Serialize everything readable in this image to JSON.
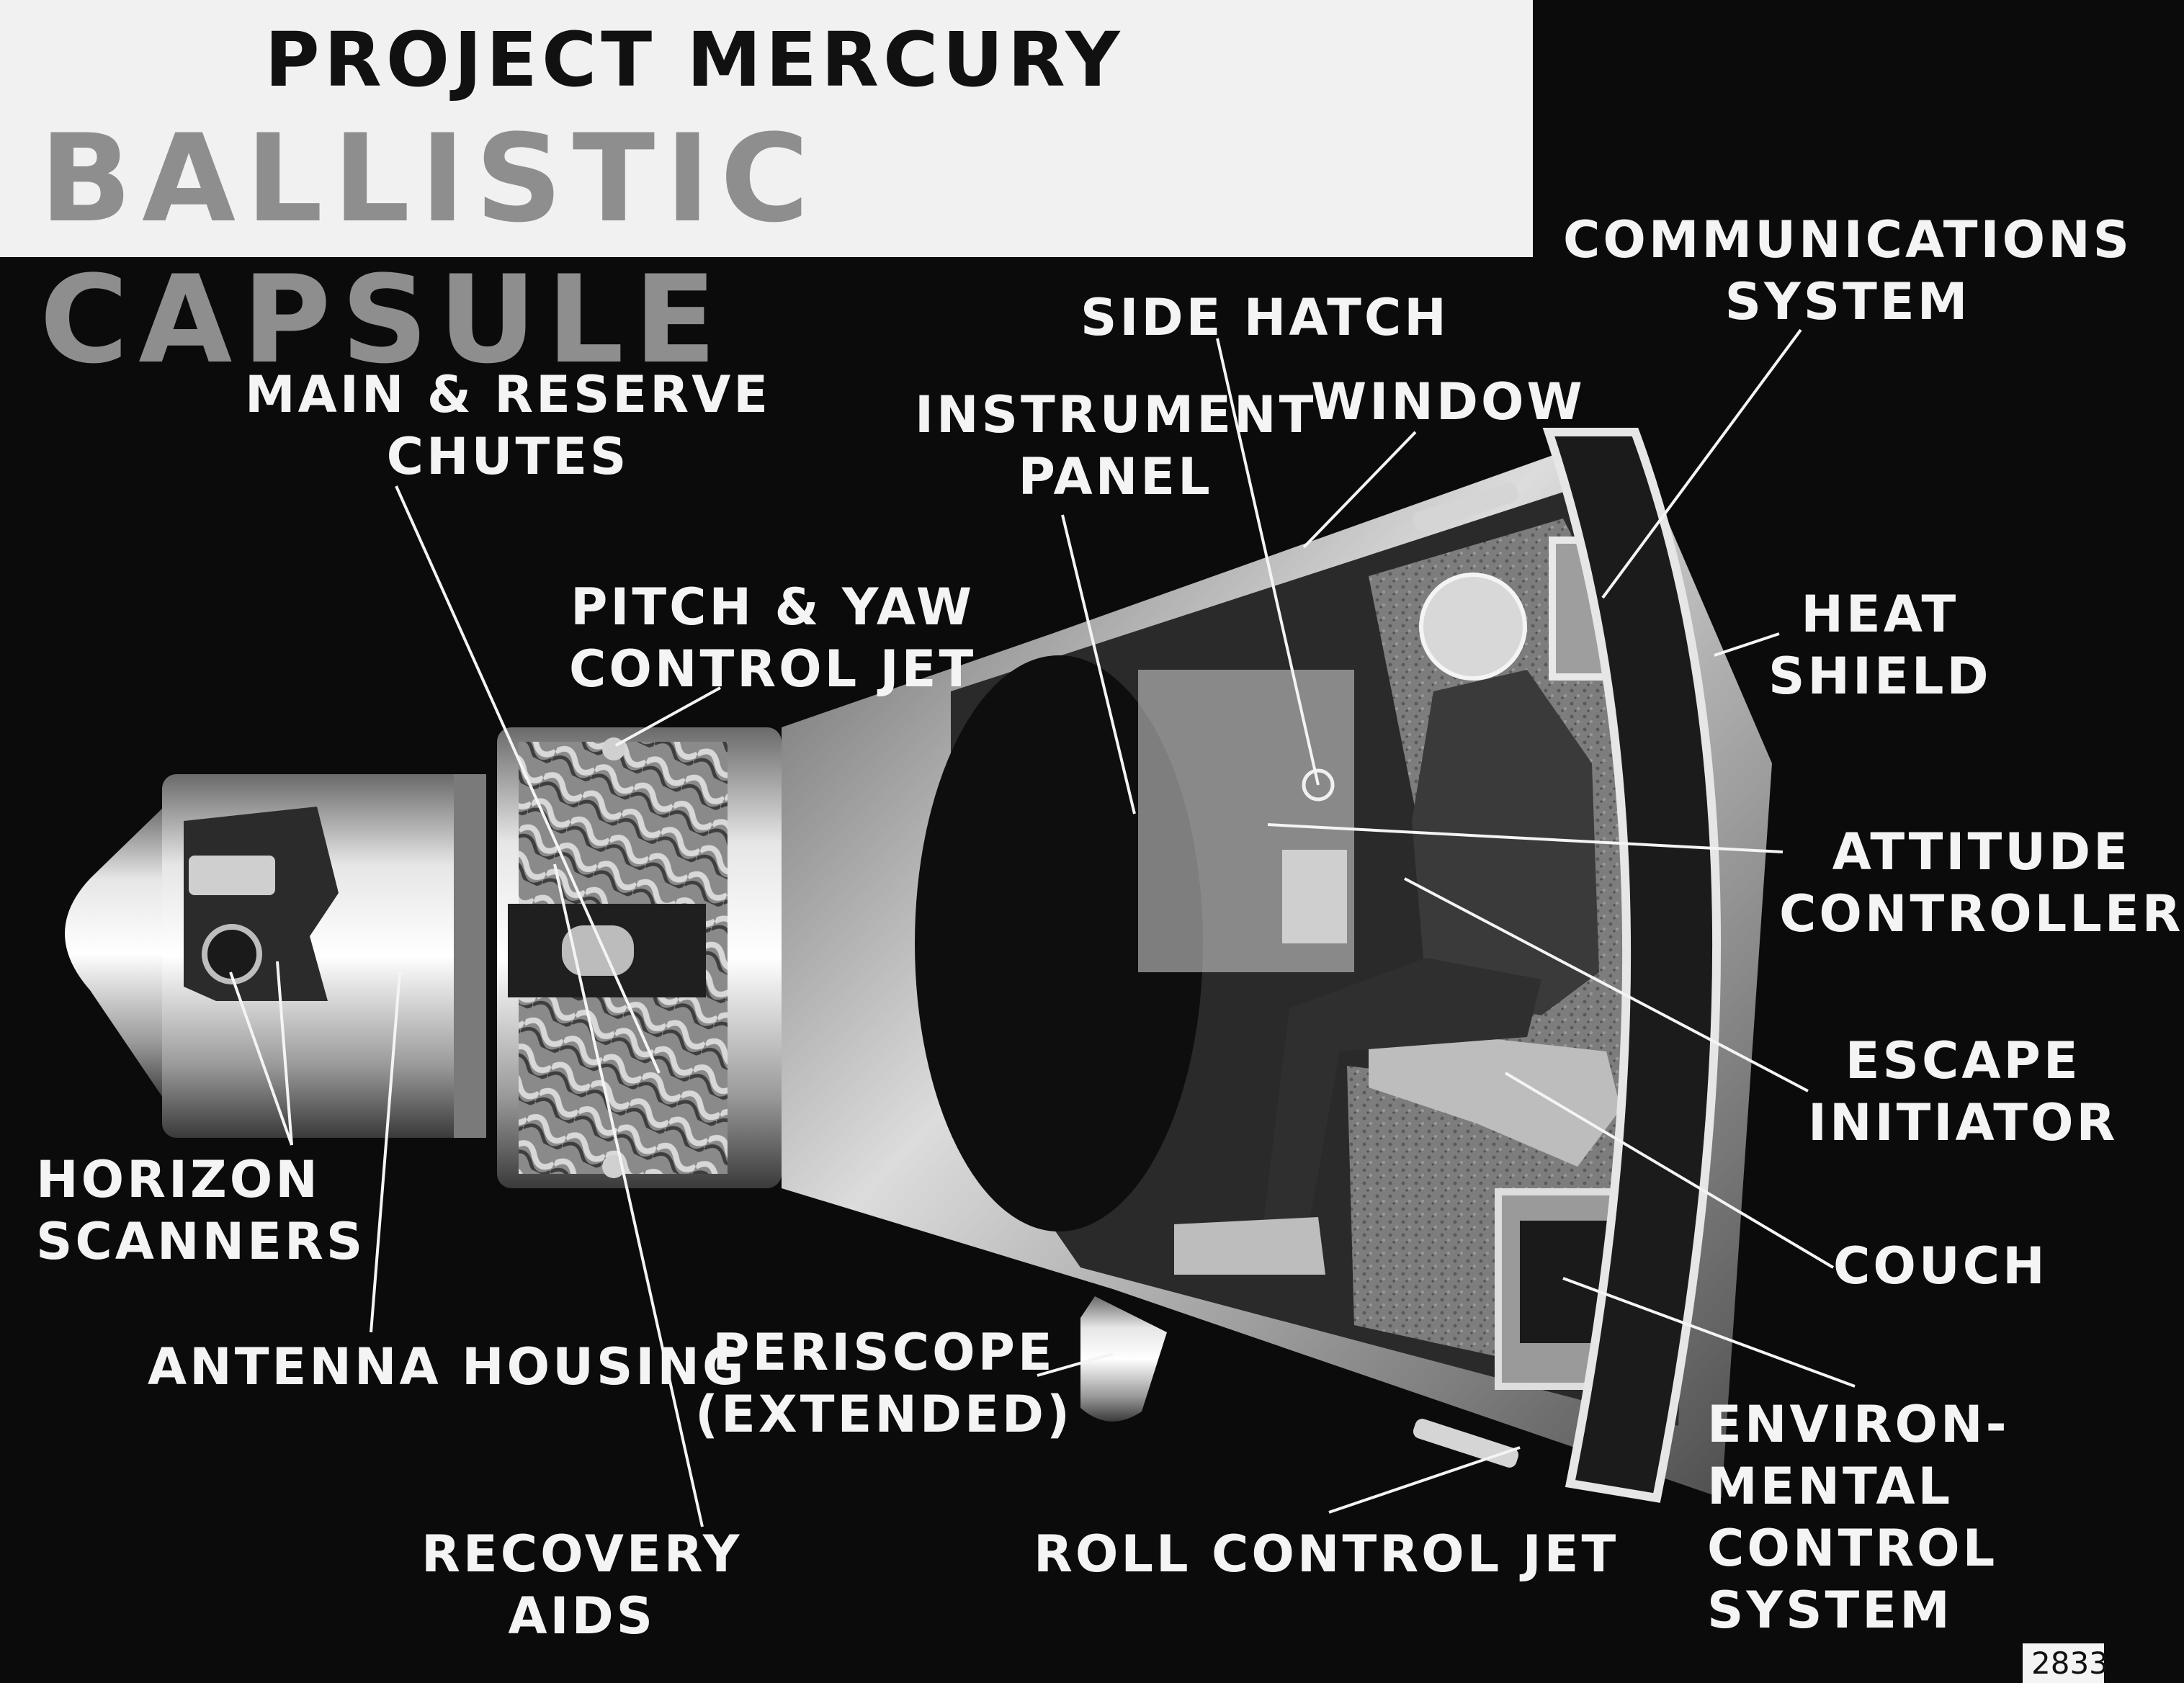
{
  "title": {
    "line1": "PROJECT MERCURY",
    "line2": "BALLISTIC CAPSULE"
  },
  "labels": {
    "communications_system": [
      "COMMUNICATIONS",
      "SYSTEM"
    ],
    "side_hatch": [
      "SIDE HATCH"
    ],
    "window": [
      "WINDOW"
    ],
    "main_reserve_chutes": [
      "MAIN & RESERVE",
      "CHUTES"
    ],
    "instrument_panel": [
      "INSTRUMENT",
      "PANEL"
    ],
    "pitch_yaw_control_jet": [
      "PITCH & YAW",
      "CONTROL JET"
    ],
    "heat_shield": [
      "HEAT",
      "SHIELD"
    ],
    "attitude_controller": [
      "ATTITUDE",
      "CONTROLLER"
    ],
    "escape_initiator": [
      "ESCAPE",
      "INITIATOR"
    ],
    "couch": [
      "COUCH"
    ],
    "horizon_scanners": [
      "HORIZON",
      "SCANNERS"
    ],
    "antenna_housing": [
      "ANTENNA HOUSING"
    ],
    "periscope": [
      "PERISCOPE",
      "(EXTENDED)"
    ],
    "environmental_control_system": [
      "ENVIRON-",
      "MENTAL",
      "CONTROL",
      "SYSTEM"
    ],
    "recovery_aids": [
      "RECOVERY",
      "AIDS"
    ],
    "roll_control_jet": [
      "ROLL CONTROL JET"
    ]
  },
  "corner_tag": "2833",
  "colors": {
    "background": "#0b0b0b",
    "title_panel": "#f1f1f1",
    "title_primary": "#111111",
    "title_secondary": "#8e8e8e",
    "label_text": "#f4f4f4"
  }
}
